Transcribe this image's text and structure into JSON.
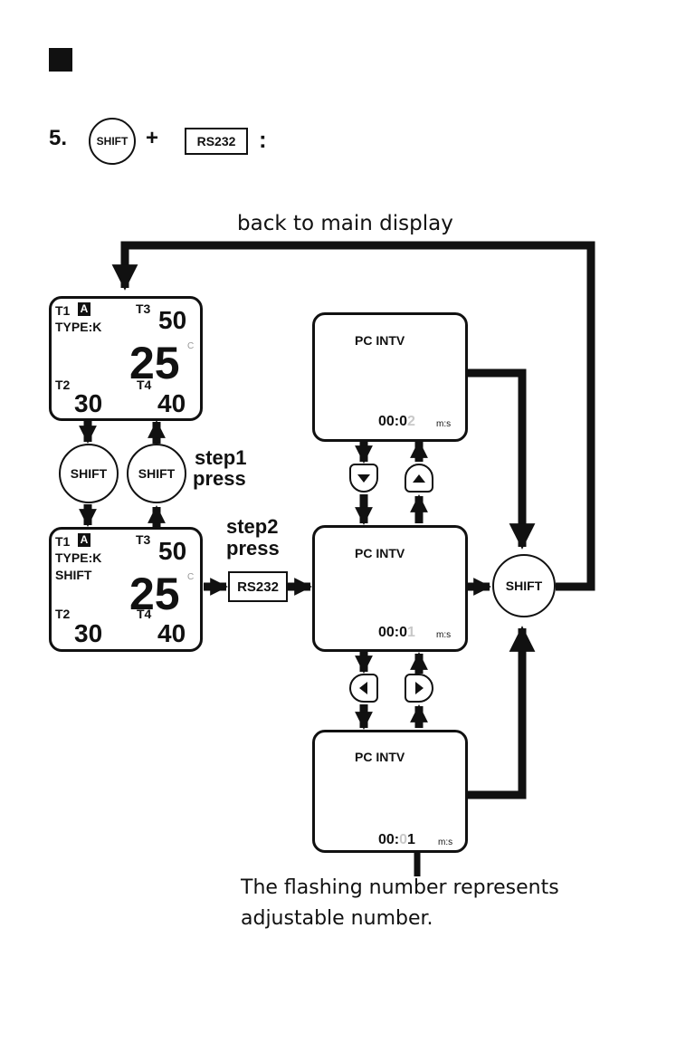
{
  "header": {
    "step_number": "5.",
    "shift_key": "SHIFT",
    "plus_sign": "+",
    "rs232_key": "RS232",
    "colon": ":"
  },
  "labels": {
    "back_to_main": "back to main display",
    "step1_line1": "step1",
    "step1_line2": "press",
    "step2_line1": "step2",
    "step2_line2": "press",
    "shift_button": "SHIFT",
    "rs232_button": "RS232",
    "note_line1": "The flashing number represents",
    "note_line2": "adjustable number."
  },
  "display_main": {
    "t1": "T1",
    "mode_icon": "A",
    "t3": "T3",
    "t3_value": "50",
    "type": "TYPE:K",
    "center_value": "25",
    "unit": "C",
    "t2": "T2",
    "t2_value": "30",
    "t4": "T4",
    "t4_value": "40"
  },
  "display_shift": {
    "t1": "T1",
    "mode_icon": "A",
    "t3": "T3",
    "t3_value": "50",
    "type": "TYPE:K",
    "shift_label": "SHIFT",
    "center_value": "25",
    "unit": "C",
    "t2": "T2",
    "t2_value": "30",
    "t4": "T4",
    "t4_value": "40"
  },
  "pc_intv_top": {
    "title": "PC INTV",
    "time_prefix": "00:0",
    "flashing_digit": "2",
    "time_suffix": "",
    "unit": "m:s"
  },
  "pc_intv_mid": {
    "title": "PC INTV",
    "time_prefix": "00:0",
    "flashing_digit": "1",
    "time_suffix": "",
    "unit": "m:s"
  },
  "pc_intv_bottom": {
    "title": "PC INTV",
    "time_prefix": "00:",
    "flashing_digit": "0",
    "time_suffix": "1",
    "unit": "m:s"
  },
  "icons": {
    "down_key": "down-arrow-icon",
    "up_key": "up-arrow-icon",
    "left_key": "left-arrow-icon",
    "right_key": "right-arrow-icon"
  },
  "colors": {
    "ink": "#111111",
    "flashing": "#c8c8c8"
  }
}
